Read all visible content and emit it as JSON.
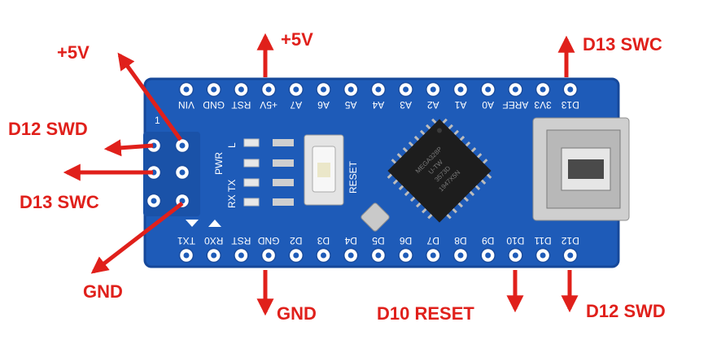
{
  "colors": {
    "board": "#1e5bb8",
    "board_edge": "#16489a",
    "arrow": "#e0201b",
    "pad": "#ffffff",
    "chip": "#1d1d1d"
  },
  "callouts": {
    "top_left_5v": "+5V",
    "top_5v": "+5V",
    "top_right_d13": "D13 SWC",
    "left_d12": "D12 SWD",
    "left_d13": "D13 SWC",
    "left_gnd": "GND",
    "bottom_gnd": "GND",
    "bottom_d10": "D10 RESET",
    "bottom_d12": "D12 SWD"
  },
  "board": {
    "top_pins": [
      "VIN",
      "GND",
      "RST",
      "+5V",
      "A7",
      "A6",
      "A5",
      "A4",
      "A3",
      "A2",
      "A1",
      "A0",
      "AREF",
      "3V3",
      "D13"
    ],
    "bottom_pins": [
      "TX1",
      "RX0",
      "RST",
      "GND",
      "D2",
      "D3",
      "D4",
      "D5",
      "D6",
      "D7",
      "D8",
      "D9",
      "D10",
      "D11",
      "D12"
    ],
    "led_labels": [
      "L",
      "PWR",
      "TX",
      "RX"
    ],
    "reset_label": "RESET",
    "header_mark": "1",
    "chip_lines": [
      "MEGA328P",
      "U-TW",
      "3573D",
      "1947X5N"
    ]
  }
}
